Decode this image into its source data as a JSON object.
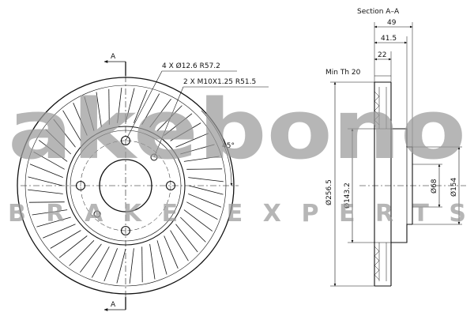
{
  "section_view": {
    "title": "Section A–A",
    "min_thickness": "Min Th 20",
    "dim_overall_width": "49",
    "dim_hat_height": "41.5",
    "dim_disc_thickness": "22",
    "dim_outer_diameter": "Ø256.5",
    "dim_inner_diameter": "Ø143.2",
    "dim_center_bore": "Ø68",
    "dim_hat_diameter": "Ø154"
  },
  "front_view": {
    "bolt_holes_label": "4 X Ø12.6 R57.2",
    "threaded_holes_label": "2 X M10X1.25 R51.5",
    "angle_label": "45°",
    "section_marker_top": "A",
    "section_marker_bottom": "A"
  },
  "watermark": {
    "brand": "akebono",
    "tagline": "BRAKE EXPERTS",
    "color": "#9a9a9a"
  }
}
